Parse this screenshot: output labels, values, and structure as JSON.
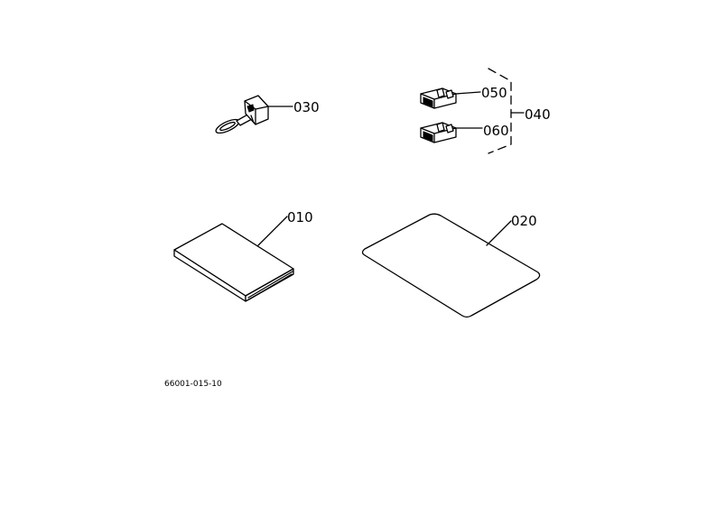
{
  "diagram": {
    "parts": [
      {
        "id": "part-010",
        "label": "010"
      },
      {
        "id": "part-020",
        "label": "020"
      },
      {
        "id": "part-030",
        "label": "030"
      },
      {
        "id": "part-040",
        "label": "040"
      },
      {
        "id": "part-050",
        "label": "050"
      },
      {
        "id": "part-060",
        "label": "060"
      }
    ],
    "drawing_number": "66001-015-10"
  },
  "colors": {
    "line": "#000000",
    "background": "#ffffff"
  }
}
